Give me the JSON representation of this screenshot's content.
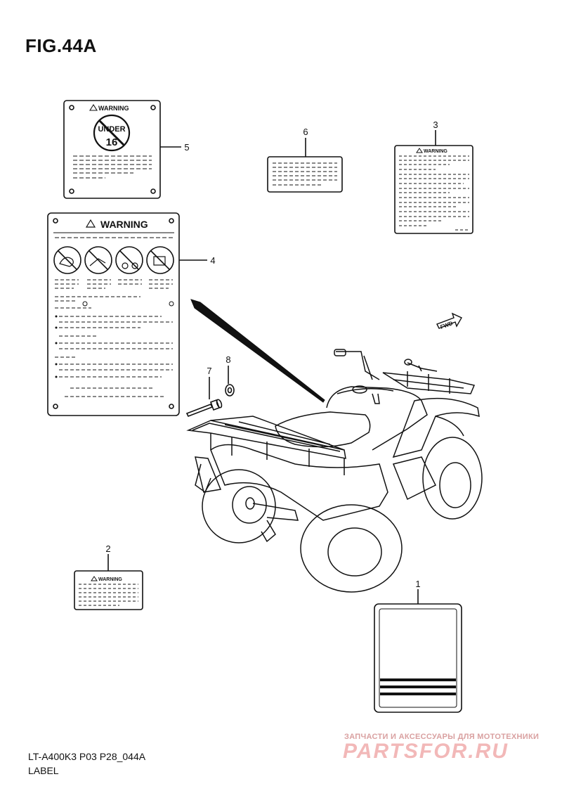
{
  "figure": {
    "title": "FIG.44A",
    "model_code": "LT-A400K3 P03 P28_044A",
    "section_name": "LABEL"
  },
  "callouts": [
    "1",
    "2",
    "3",
    "4",
    "5",
    "6",
    "7",
    "8"
  ],
  "labels": {
    "warning_text": "WARNING",
    "under_age_top": "UNDER",
    "under_age_number": "16",
    "fwd_sticker": "FWD"
  },
  "watermark": {
    "tagline": "ЗАПЧАСТИ И АКСЕССУАРЫ ДЛЯ МОТОТЕХНИКИ",
    "brand": "PARTSFOR.RU"
  }
}
